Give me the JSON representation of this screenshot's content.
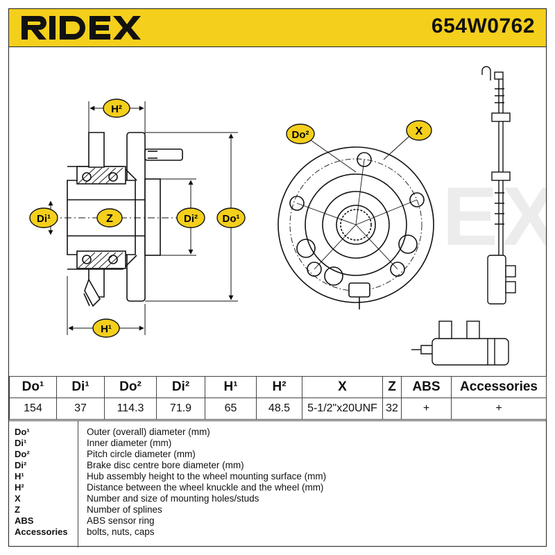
{
  "header": {
    "brand": "RIDEX",
    "part_number": "654W0762",
    "accent_color": "#f4cf1b"
  },
  "drawing": {
    "labels": {
      "h2": "H²",
      "h1": "H¹",
      "di1": "Di¹",
      "z": "Z",
      "di2": "Di²",
      "do1": "Do¹",
      "do2": "Do²",
      "x": "X"
    },
    "watermark": "RIDEX"
  },
  "specs": {
    "headers": [
      "Do¹",
      "Di¹",
      "Do²",
      "Di²",
      "H¹",
      "H²",
      "X",
      "Z",
      "ABS",
      "Accessories"
    ],
    "values": [
      "154",
      "37",
      "114.3",
      "71.9",
      "65",
      "48.5",
      "5-1/2\"x20UNF",
      "32",
      "+",
      "+"
    ]
  },
  "legend": {
    "items": [
      {
        "code": "Do¹",
        "desc": "Outer (overall) diameter (mm)"
      },
      {
        "code": "Di¹",
        "desc": "Inner diameter (mm)"
      },
      {
        "code": "Do²",
        "desc": "Pitch circle diameter (mm)"
      },
      {
        "code": "Di²",
        "desc": "Brake disc centre bore diameter (mm)"
      },
      {
        "code": "H¹",
        "desc": "Hub assembly height to the wheel mounting surface (mm)"
      },
      {
        "code": "H²",
        "desc": "Distance between the wheel knuckle and the wheel (mm)"
      },
      {
        "code": "X",
        "desc": "Number and size of mounting holes/studs"
      },
      {
        "code": "Z",
        "desc": "Number of splines"
      },
      {
        "code": "ABS",
        "desc": "ABS sensor ring"
      },
      {
        "code": "Accessories",
        "desc": "bolts, nuts, caps"
      }
    ]
  }
}
